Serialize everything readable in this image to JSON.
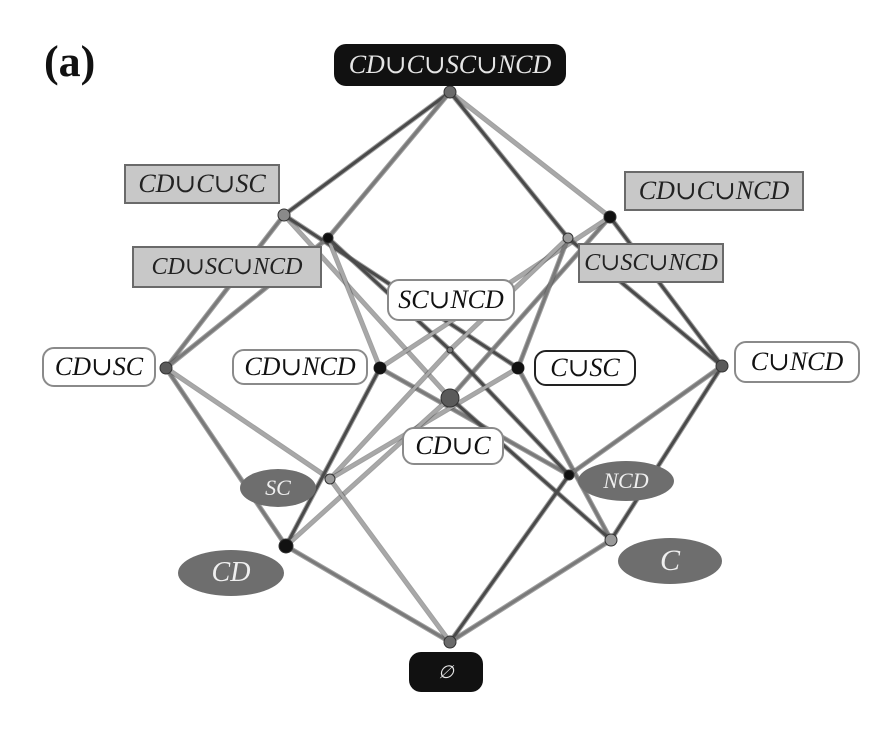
{
  "panel_label": "(a)",
  "diagram": {
    "type": "hasse-lattice",
    "base_set": [
      "CD",
      "C",
      "SC",
      "NCD"
    ],
    "nodes": [
      {
        "id": "all",
        "label": "CD∪C∪SC∪NCD",
        "style": "black"
      },
      {
        "id": "cd_c_sc",
        "label": "CD∪C∪SC",
        "style": "gray"
      },
      {
        "id": "cd_sc_ncd",
        "label": "CD∪SC∪NCD",
        "style": "gray"
      },
      {
        "id": "cd_c_ncd",
        "label": "CD∪C∪NCD",
        "style": "gray"
      },
      {
        "id": "c_sc_ncd",
        "label": "C∪SC∪NCD",
        "style": "gray"
      },
      {
        "id": "cd_sc",
        "label": "CD∪SC",
        "style": "white"
      },
      {
        "id": "cd_ncd",
        "label": "CD∪NCD",
        "style": "white"
      },
      {
        "id": "sc_ncd",
        "label": "SC∪NCD",
        "style": "white"
      },
      {
        "id": "c_sc",
        "label": "C∪SC",
        "style": "white-dark"
      },
      {
        "id": "c_ncd",
        "label": "C∪NCD",
        "style": "white"
      },
      {
        "id": "cd_c",
        "label": "CD∪C",
        "style": "white"
      },
      {
        "id": "sc",
        "label": "SC",
        "style": "ellipse"
      },
      {
        "id": "cd",
        "label": "CD",
        "style": "ellipse"
      },
      {
        "id": "ncd",
        "label": "NCD",
        "style": "ellipse"
      },
      {
        "id": "c",
        "label": "C",
        "style": "ellipse"
      },
      {
        "id": "empty",
        "label": "∅",
        "style": "black"
      }
    ],
    "edges": [
      [
        "all",
        "cd_c_sc"
      ],
      [
        "all",
        "cd_sc_ncd"
      ],
      [
        "all",
        "cd_c_ncd"
      ],
      [
        "all",
        "c_sc_ncd"
      ],
      [
        "cd_c_sc",
        "cd_sc"
      ],
      [
        "cd_c_sc",
        "cd_c"
      ],
      [
        "cd_c_sc",
        "c_sc"
      ],
      [
        "cd_sc_ncd",
        "cd_sc"
      ],
      [
        "cd_sc_ncd",
        "cd_ncd"
      ],
      [
        "cd_sc_ncd",
        "sc_ncd"
      ],
      [
        "cd_c_ncd",
        "cd_c"
      ],
      [
        "cd_c_ncd",
        "cd_ncd"
      ],
      [
        "cd_c_ncd",
        "c_ncd"
      ],
      [
        "c_sc_ncd",
        "c_sc"
      ],
      [
        "c_sc_ncd",
        "sc_ncd"
      ],
      [
        "c_sc_ncd",
        "c_ncd"
      ],
      [
        "cd_sc",
        "cd"
      ],
      [
        "cd_sc",
        "sc"
      ],
      [
        "cd_ncd",
        "cd"
      ],
      [
        "cd_ncd",
        "ncd"
      ],
      [
        "sc_ncd",
        "sc"
      ],
      [
        "sc_ncd",
        "ncd"
      ],
      [
        "c_sc",
        "c"
      ],
      [
        "c_sc",
        "sc"
      ],
      [
        "c_ncd",
        "c"
      ],
      [
        "c_ncd",
        "ncd"
      ],
      [
        "cd_c",
        "cd"
      ],
      [
        "cd_c",
        "c"
      ],
      [
        "cd",
        "empty"
      ],
      [
        "sc",
        "empty"
      ],
      [
        "ncd",
        "empty"
      ],
      [
        "c",
        "empty"
      ]
    ]
  },
  "colors": {
    "edge_dark": "#4a4a4a",
    "edge_mid": "#7a7a7a",
    "edge_light": "#a8a8a8",
    "label_black_bg": "#111111",
    "label_gray_bg": "#c8c8c8",
    "label_ellipse_bg": "#6e6e6e"
  }
}
